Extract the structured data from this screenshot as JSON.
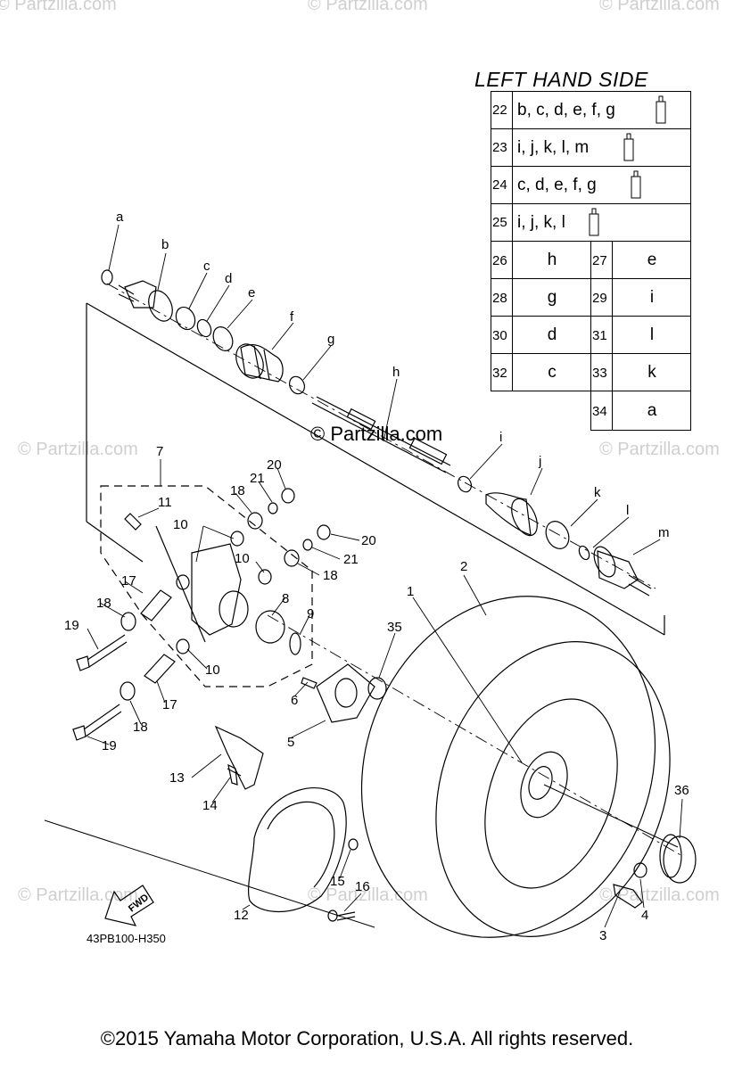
{
  "table": {
    "title": "LEFT HAND SIDE",
    "long_rows": [
      {
        "num": "22",
        "parts": "b, c, d, e, f, g"
      },
      {
        "num": "23",
        "parts": "i, j, k, l, m"
      },
      {
        "num": "24",
        "parts": "c, d, e, f, g"
      },
      {
        "num": "25",
        "parts": "i, j, k, l"
      }
    ],
    "pair_rows": [
      {
        "left_num": "26",
        "left_letter": "h",
        "right_num": "27",
        "right_letter": "e"
      },
      {
        "left_num": "28",
        "left_letter": "g",
        "right_num": "29",
        "right_letter": "i"
      },
      {
        "left_num": "30",
        "left_letter": "d",
        "right_num": "31",
        "right_letter": "l"
      },
      {
        "left_num": "32",
        "left_letter": "c",
        "right_num": "33",
        "right_letter": "k"
      }
    ],
    "last_row": {
      "num": "34",
      "letter": "a"
    }
  },
  "callouts": {
    "a": "a",
    "b": "b",
    "c": "c",
    "d": "d",
    "e": "e",
    "f": "f",
    "g": "g",
    "h": "h",
    "i": "i",
    "j": "j",
    "k": "k",
    "l": "l",
    "m": "m",
    "n1": "1",
    "n2": "2",
    "n3": "3",
    "n4": "4",
    "n5": "5",
    "n6": "6",
    "n7": "7",
    "n8": "8",
    "n9": "9",
    "n10a": "10",
    "n10b": "10",
    "n10c": "10",
    "n11": "11",
    "n12": "12",
    "n13": "13",
    "n14": "14",
    "n15": "15",
    "n16": "16",
    "n17a": "17",
    "n17b": "17",
    "n18a": "18",
    "n18b": "18",
    "n18c": "18",
    "n18d": "18",
    "n19a": "19",
    "n19b": "19",
    "n20a": "20",
    "n20b": "20",
    "n21a": "21",
    "n21b": "21",
    "n35": "35",
    "n36": "36"
  },
  "fwd_label": "FWD",
  "diagram_code": "43PB100-H350",
  "center_watermark": "© Partzilla.com",
  "watermark": "© Partzilla.com",
  "copyright": "©2015  Yamaha Motor Corporation, U.S.A. All rights reserved."
}
